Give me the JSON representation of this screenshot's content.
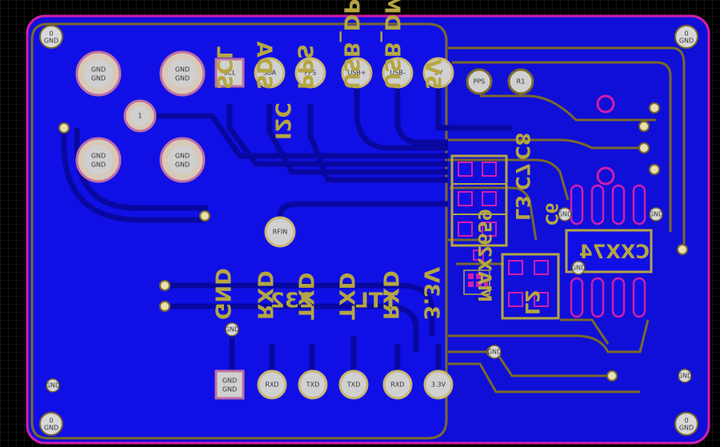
{
  "colors": {
    "background": "#000000",
    "grid": "#3a3a3a",
    "copper": "#1010e6",
    "copper_dark": "#0a0ab0",
    "outline": "#d21ea8",
    "trace": "#7a6a2a",
    "silk": "#b5a642",
    "pad": "#c8c8c8",
    "pad_ring": "#d8d0b0"
  },
  "mounting_holes": [
    {
      "id": "hole-tl",
      "line1": "0",
      "line2": "GND"
    },
    {
      "id": "hole-tr",
      "line1": "0",
      "line2": "GND"
    },
    {
      "id": "hole-bl",
      "line1": "0",
      "line2": "GND"
    },
    {
      "id": "hole-br",
      "line1": "0",
      "line2": "GND"
    }
  ],
  "gnd_big_pads": [
    {
      "line1": "GND",
      "line2": "GND"
    },
    {
      "line1": "GND",
      "line2": "GND"
    },
    {
      "line1": "GND",
      "line2": "GND"
    },
    {
      "line1": "GND",
      "line2": "GND"
    }
  ],
  "pad_one": "1",
  "top_header": [
    "SCL",
    "SDA",
    "PPS",
    "USB+",
    "USB-",
    "5V"
  ],
  "right_pads": [
    "PPS",
    "R1"
  ],
  "rfin_pad": "RFIN",
  "bottom_header": [
    {
      "l1": "GND",
      "l2": "GND"
    },
    {
      "l1": "RXD"
    },
    {
      "l1": "TXD"
    },
    {
      "l1": "TXD"
    },
    {
      "l1": "RXD"
    },
    {
      "l1": "3.3V"
    }
  ],
  "small_gnd": "GND",
  "silkscreen_top": [
    "SCL",
    "SDA",
    "PPS",
    "USB_DP",
    "USB_DM",
    "5V"
  ],
  "silkscreen_i2c": "I2C",
  "silkscreen_232": "232",
  "silkscreen_ttl": "TTL",
  "silkscreen_bottom": [
    "GND",
    "RXD",
    "TXD",
    "TXD",
    "RXD",
    "3.3V"
  ],
  "silkscreen_max": "MAX2659",
  "silkscreen_c8": "C8",
  "silkscreen_c7": "C7",
  "silkscreen_l3": "L3",
  "silkscreen_l2": "L2",
  "silkscreen_c6": "C6",
  "silkscreen_cxx": "CXX74"
}
